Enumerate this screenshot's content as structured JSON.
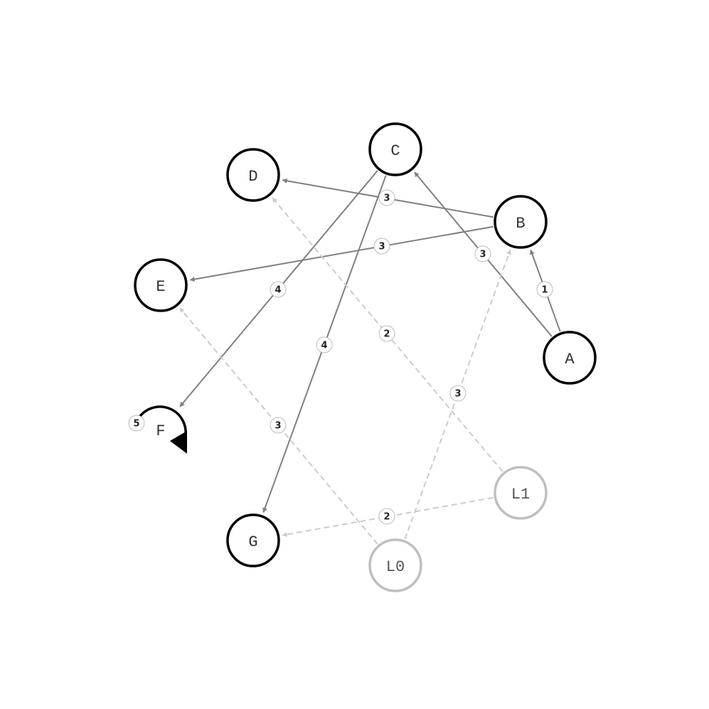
{
  "colors": {
    "background": "#ffffff",
    "node_stroke": "#000000",
    "latent_node_stroke": "#bfbfbf",
    "latent_text": "#555555",
    "edge_solid": "#808080",
    "edge_latent": "#cccccc",
    "badge_stroke": "#bbbbbb"
  },
  "nodes": [
    {
      "id": "A",
      "label": "A",
      "kind": "observed"
    },
    {
      "id": "B",
      "label": "B",
      "kind": "observed"
    },
    {
      "id": "C",
      "label": "C",
      "kind": "observed"
    },
    {
      "id": "D",
      "label": "D",
      "kind": "observed"
    },
    {
      "id": "E",
      "label": "E",
      "kind": "observed"
    },
    {
      "id": "F",
      "label": "F",
      "kind": "observed"
    },
    {
      "id": "G",
      "label": "G",
      "kind": "observed"
    },
    {
      "id": "L0",
      "label": "L0",
      "kind": "latent"
    },
    {
      "id": "L1",
      "label": "L1",
      "kind": "latent"
    }
  ],
  "edges": [
    {
      "from": "A",
      "to": "B",
      "weight": "1",
      "style": "solid"
    },
    {
      "from": "A",
      "to": "C",
      "weight": "3",
      "style": "solid"
    },
    {
      "from": "B",
      "to": "D",
      "weight": "3",
      "style": "solid"
    },
    {
      "from": "B",
      "to": "E",
      "weight": "3",
      "style": "solid"
    },
    {
      "from": "C",
      "to": "F",
      "weight": "4",
      "style": "solid"
    },
    {
      "from": "C",
      "to": "G",
      "weight": "4",
      "style": "solid"
    },
    {
      "from": "F",
      "to": "F",
      "weight": "5",
      "style": "self-loop"
    },
    {
      "from": "L0",
      "to": "B",
      "weight": "3",
      "style": "dashed"
    },
    {
      "from": "L0",
      "to": "E",
      "weight": "3",
      "style": "dashed"
    },
    {
      "from": "L1",
      "to": "D",
      "weight": "2",
      "style": "dashed"
    },
    {
      "from": "L1",
      "to": "G",
      "weight": "2",
      "style": "dashed"
    }
  ]
}
